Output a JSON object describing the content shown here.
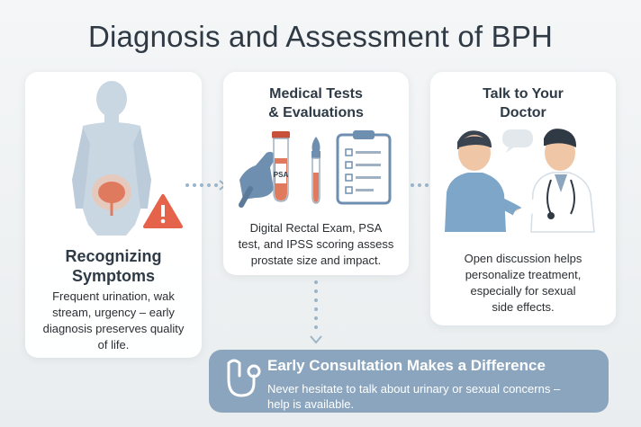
{
  "title": "Diagnosis and Assessment of BPH",
  "cards": [
    {
      "heading_line1": "Recognizing",
      "heading_line2": "Symptoms",
      "body_lines": [
        "Frequent urination, wak",
        "stream, urgency – early",
        "diagnosis preserves quality",
        "of life."
      ]
    },
    {
      "heading_line1": "Medical Tests",
      "heading_line2": "& Evaluations",
      "tube_label": "PSA",
      "body_lines": [
        "Digital Rectal Exam, PSA",
        "test, and IPSS scoring assess",
        "prostate size and impact."
      ]
    },
    {
      "heading_line1": "Talk to Your",
      "heading_line2": "Doctor",
      "body_lines": [
        "Open discussion helps",
        "personalize treatment,",
        "especially for sexual",
        "side effects."
      ]
    }
  ],
  "banner": {
    "title": "Early Consultation Makes a Difference",
    "text_line1": "Never hesitate to talk about urinary or sexual concerns –",
    "text_line2": "help is available."
  },
  "colors": {
    "accent_orange": "#e07a5f",
    "warning": "#e4634a",
    "blue_gray": "#8aa5bd",
    "navy": "#2f3a45"
  },
  "icons": [
    "body-silhouette-icon",
    "warning-icon",
    "gloved-hand-icon",
    "test-tube-icon",
    "clipboard-icon",
    "patient-icon",
    "doctor-icon",
    "speech-bubble-icon",
    "stethoscope-icon"
  ]
}
